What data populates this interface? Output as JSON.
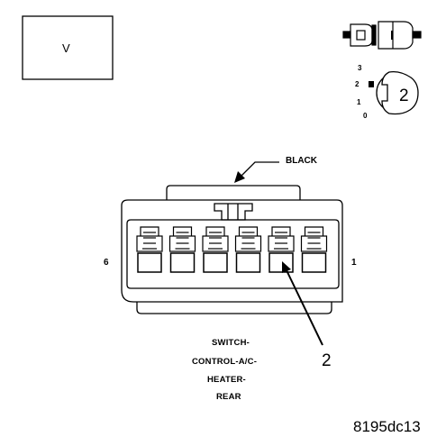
{
  "voltage_box": {
    "label": "V"
  },
  "connector": {
    "color_label": "BLACK",
    "pin_left": "6",
    "pin_right": "1",
    "callout": "2",
    "description_lines": [
      "SWITCH-",
      "CONTROL-A/C-",
      "HEATER-",
      "REAR"
    ]
  },
  "key_icon": {
    "positions": [
      "3",
      "2",
      "1",
      "0"
    ],
    "callout": "2"
  },
  "figure_id": "8195dc13"
}
